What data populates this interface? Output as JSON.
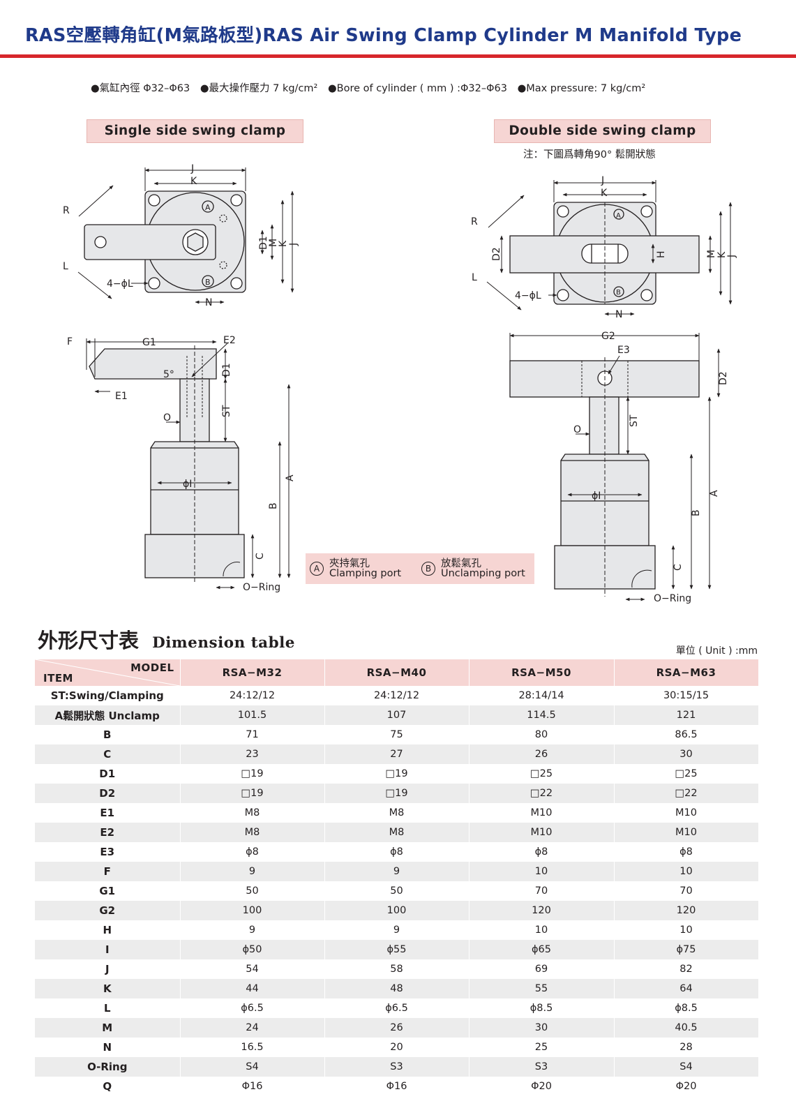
{
  "header": {
    "title": "RAS空壓轉角缸(M氣路板型)RAS Air Swing Clamp Cylinder M Manifold Type",
    "specs": [
      "●氣缸內徑 Φ32–Φ63",
      "●最大操作壓力 7 kg/cm²",
      "●Bore of cylinder ( mm ) :Φ32–Φ63",
      "●Max pressure: 7 kg/cm²"
    ]
  },
  "drawings": {
    "single_label": "Single side swing clamp",
    "double_label": "Double side swing clamp",
    "double_note": "注：下圖爲轉角90° 鬆開狀態",
    "dim_labels": {
      "J": "J",
      "K": "K",
      "R": "R",
      "L": "L",
      "N": "N",
      "M": "M",
      "H": "H",
      "D1": "D1",
      "D2": "D2",
      "hole": "4−ϕL",
      "F": "F",
      "G1": "G1",
      "G2": "G2",
      "E1": "E1",
      "E2": "E2",
      "E3": "E3",
      "angle": "5°",
      "O": "O",
      "ST": "ST",
      "I": "ϕI",
      "A": "A",
      "B": "B",
      "C": "C",
      "oring": "O−Ring",
      "port_a": "A",
      "port_b": "B"
    }
  },
  "legend": {
    "a_mark": "A",
    "a_zh": "夾持氣孔",
    "a_en": "Clamping port",
    "b_mark": "B",
    "b_zh": "放鬆氣孔",
    "b_en": "Unclamping port"
  },
  "table": {
    "title_zh": "外形尺寸表",
    "title_en": "Dimension table",
    "unit": "單位 ( Unit ) :mm",
    "corner_model": "MODEL",
    "corner_item": "ITEM",
    "models": [
      "RSA−M32",
      "RSA−M40",
      "RSA−M50",
      "RSA−M63"
    ],
    "rows": [
      {
        "item": "ST:Swing/Clamping",
        "values": [
          "24:12/12",
          "24:12/12",
          "28:14/14",
          "30:15/15"
        ]
      },
      {
        "item": "A鬆開狀態 Unclamp",
        "values": [
          "101.5",
          "107",
          "114.5",
          "121"
        ]
      },
      {
        "item": "B",
        "values": [
          "71",
          "75",
          "80",
          "86.5"
        ]
      },
      {
        "item": "C",
        "values": [
          "23",
          "27",
          "26",
          "30"
        ]
      },
      {
        "item": "D1",
        "values": [
          "□19",
          "□19",
          "□25",
          "□25"
        ]
      },
      {
        "item": "D2",
        "values": [
          "□19",
          "□19",
          "□22",
          "□22"
        ]
      },
      {
        "item": "E1",
        "values": [
          "M8",
          "M8",
          "M10",
          "M10"
        ]
      },
      {
        "item": "E2",
        "values": [
          "M8",
          "M8",
          "M10",
          "M10"
        ]
      },
      {
        "item": "E3",
        "values": [
          "ϕ8",
          "ϕ8",
          "ϕ8",
          "ϕ8"
        ]
      },
      {
        "item": "F",
        "values": [
          "9",
          "9",
          "10",
          "10"
        ]
      },
      {
        "item": "G1",
        "values": [
          "50",
          "50",
          "70",
          "70"
        ]
      },
      {
        "item": "G2",
        "values": [
          "100",
          "100",
          "120",
          "120"
        ]
      },
      {
        "item": "H",
        "values": [
          "9",
          "9",
          "10",
          "10"
        ]
      },
      {
        "item": "I",
        "values": [
          "ϕ50",
          "ϕ55",
          "ϕ65",
          "ϕ75"
        ]
      },
      {
        "item": "J",
        "values": [
          "54",
          "58",
          "69",
          "82"
        ]
      },
      {
        "item": "K",
        "values": [
          "44",
          "48",
          "55",
          "64"
        ]
      },
      {
        "item": "L",
        "values": [
          "ϕ6.5",
          "ϕ6.5",
          "ϕ8.5",
          "ϕ8.5"
        ]
      },
      {
        "item": "M",
        "values": [
          "24",
          "26",
          "30",
          "40.5"
        ]
      },
      {
        "item": "N",
        "values": [
          "16.5",
          "20",
          "25",
          "28"
        ]
      },
      {
        "item": "O-Ring",
        "values": [
          "S4",
          "S3",
          "S3",
          "S4"
        ]
      },
      {
        "item": "Q",
        "values": [
          "Φ16",
          "Φ16",
          "Φ20",
          "Φ20"
        ]
      }
    ]
  },
  "colors": {
    "title": "#1f3a8a",
    "rule": "#d7262b",
    "highlight": "#f6d5d3",
    "row_shade": "#ececec",
    "part_fill": "#e6e7e9"
  }
}
